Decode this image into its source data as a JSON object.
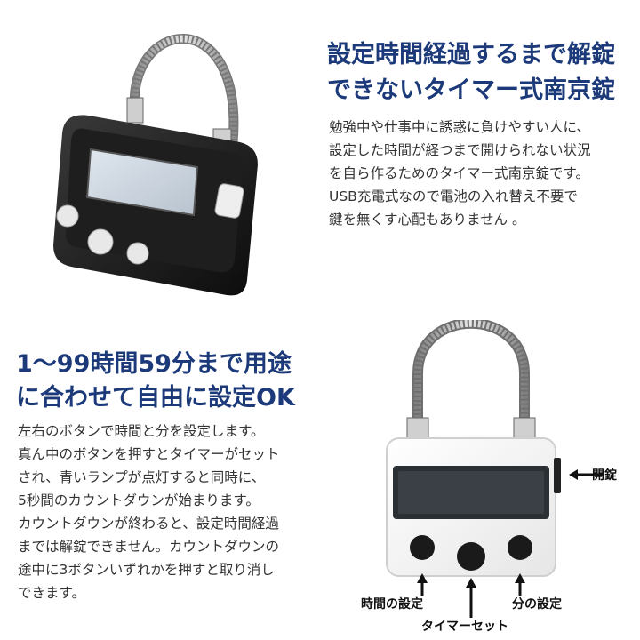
{
  "section1": {
    "title_line1": "設定時間経過するまで解錠",
    "title_line2": "できないタイマー式南京錠",
    "body": [
      "勉強中や仕事中に誘惑に負けやすい人に、",
      "設定した時間が経つまで開けられない状況",
      "を自ら作るためのタイマー式南京錠です。",
      "USB充電式なので電池の入れ替え不要で",
      "鍵を無くす心配もありません 。"
    ]
  },
  "section2": {
    "title_line1": "1〜99時間59分まで用途",
    "title_line2": "に合わせて自由に設定OK",
    "body": [
      "左右のボタンで時間と分を設定します。",
      "真ん中のボタンを押すとタイマーがセット",
      "され、青いランプが点灯すると同時に、",
      "5秒間のカウントダウンが始まります。",
      "カウントダウンが終わると、設定時間経過",
      "までは解錠できません。カウントダウンの",
      "途中に3ボタンいずれかを押すと取り消し",
      "できます。"
    ]
  },
  "callouts": {
    "unlock": "開錠",
    "hour_setting": "時間の設定",
    "minute_setting": "分の設定",
    "timer_set": "タイマーセット"
  },
  "colors": {
    "heading": "#1c3a7a",
    "lock_black": "#1a1a1a",
    "lock_white": "#f4f4f4",
    "lcd": "#2b3035"
  }
}
